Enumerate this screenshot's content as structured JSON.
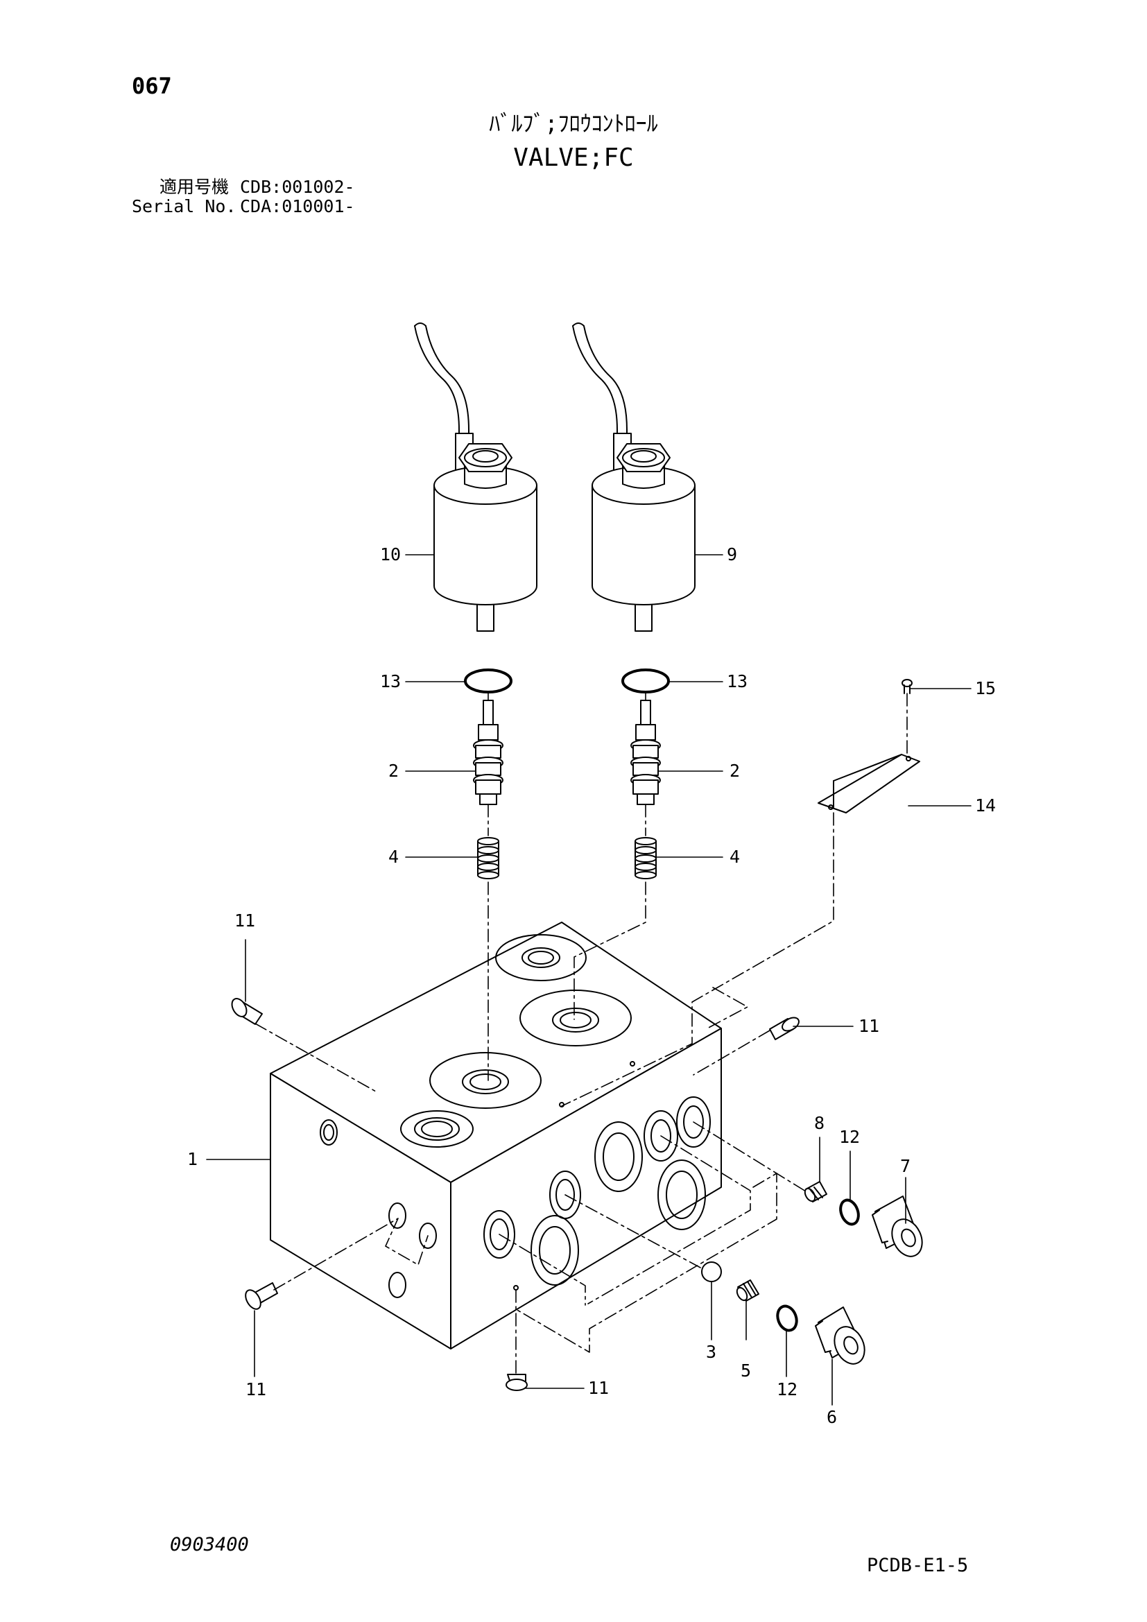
{
  "header": {
    "page_number": "067",
    "title_jp": "ﾊﾞﾙﾌﾞ;ﾌﾛｳｺﾝﾄﾛｰﾙ",
    "title_en": "VALVE;FC",
    "serials": [
      {
        "label": "適用号機",
        "value": "CDB:001002-"
      },
      {
        "label": "Serial No.",
        "value": "CDA:010001-"
      }
    ]
  },
  "footer": {
    "document_code": "0903400",
    "page_code": "PCDB-E1-5"
  },
  "callouts": {
    "p1": "1",
    "p2a": "2",
    "p2b": "2",
    "p3": "3",
    "p4a": "4",
    "p4b": "4",
    "p5": "5",
    "p6": "6",
    "p7": "7",
    "p8": "8",
    "p9": "9",
    "p10": "10",
    "p11a": "11",
    "p11b": "11",
    "p11c": "11",
    "p11d": "11",
    "p12a": "12",
    "p12b": "12",
    "p13a": "13",
    "p13b": "13",
    "p14": "14",
    "p15": "15"
  }
}
